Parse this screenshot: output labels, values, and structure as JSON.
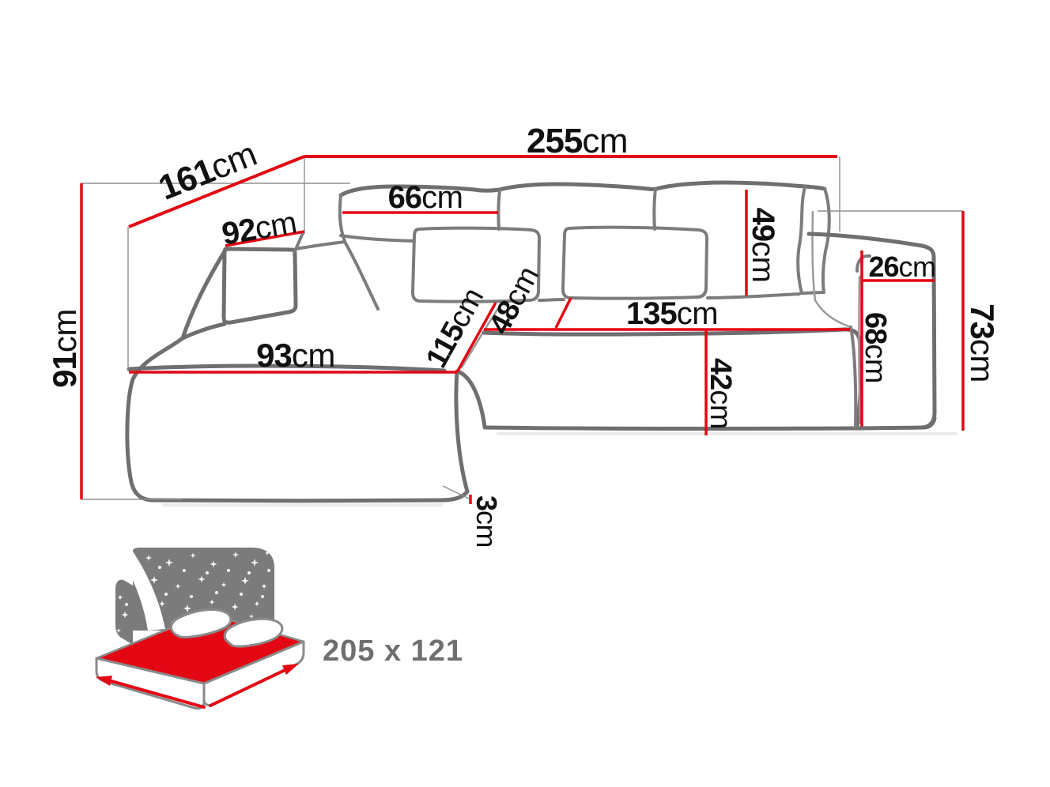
{
  "diagram": {
    "type": "furniture-dimension-diagram",
    "subject": "corner sofa with sleeping function",
    "unit_default": "cm",
    "dimensions": {
      "total_width": {
        "value": "255",
        "unit": "cm"
      },
      "diagonal_depth": {
        "value": "161",
        "unit": "cm"
      },
      "left_armrest_depth": {
        "value": "92",
        "unit": "cm"
      },
      "total_height_left": {
        "value": "91",
        "unit": "cm"
      },
      "back_cushion_width": {
        "value": "66",
        "unit": "cm"
      },
      "back_cushion_height": {
        "value": "49",
        "unit": "cm"
      },
      "right_armrest_width": {
        "value": "26",
        "unit": "cm"
      },
      "total_height_right": {
        "value": "73",
        "unit": "cm"
      },
      "right_armrest_height": {
        "value": "68",
        "unit": "cm"
      },
      "seat_width": {
        "value": "135",
        "unit": "cm"
      },
      "seat_height": {
        "value": "42",
        "unit": "cm"
      },
      "seat_depth": {
        "value": "48",
        "unit": "cm"
      },
      "chaise_length": {
        "value": "115",
        "unit": "cm"
      },
      "chaise_front_width": {
        "value": "93",
        "unit": "cm"
      },
      "leg_height": {
        "value": "3",
        "unit": "cm"
      }
    },
    "sleeping_area": {
      "size_label": "205 x 121"
    },
    "colors": {
      "dimension_line": "#e30613",
      "sofa_outline": "#6f6f6f",
      "extension_line": "#8f8f8f",
      "icon_panel_gray": "#7b7b7b",
      "icon_mattress_red": "#e30613",
      "label_text": "#111111",
      "sleeping_label_text": "#6f6f6f"
    }
  }
}
